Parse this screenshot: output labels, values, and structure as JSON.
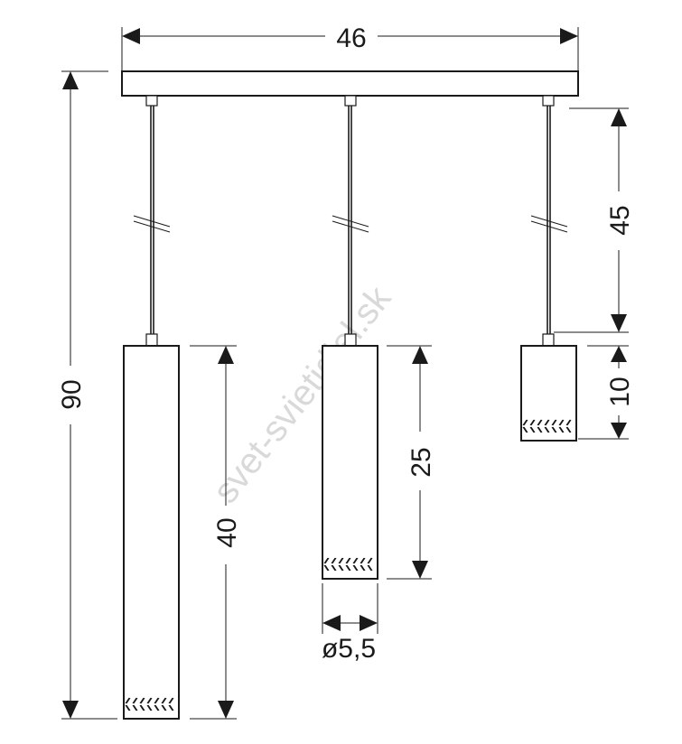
{
  "dimensions": {
    "width": "46",
    "height_total": "90",
    "cable": "45",
    "lamp_small": "10",
    "lamp_medium": "25",
    "lamp_large": "40",
    "diameter": "ø5,5"
  },
  "watermark": "svet-svietidiel.sk"
}
